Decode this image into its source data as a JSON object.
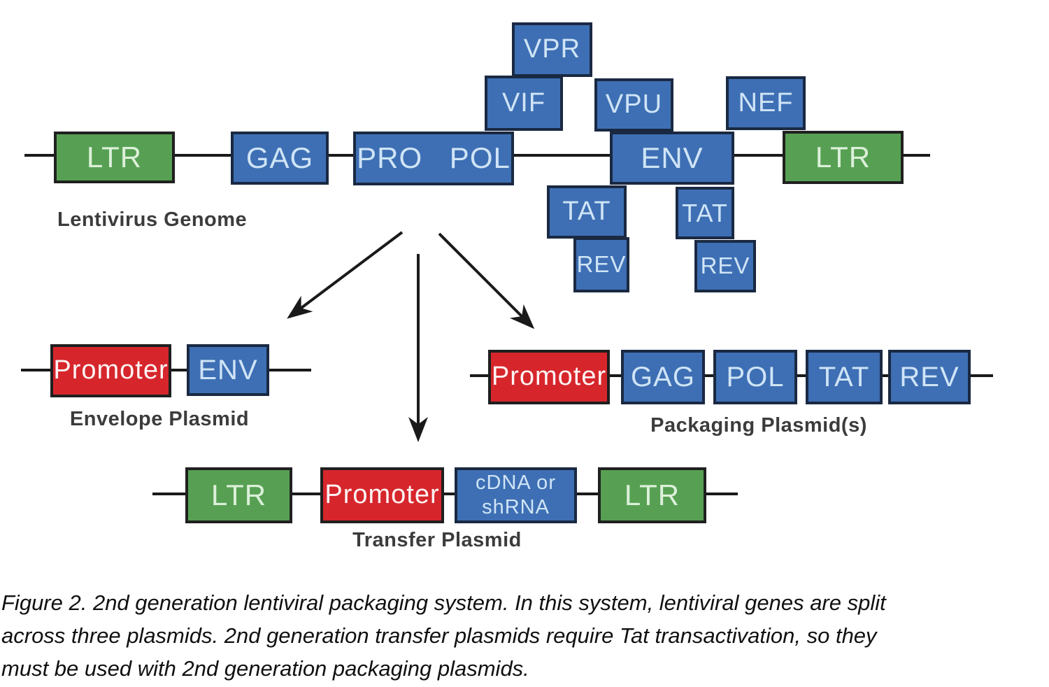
{
  "figure": {
    "genome": {
      "caption_label": "Lentivirus Genome",
      "boxes": {
        "ltr_left": "LTR",
        "gag": "GAG",
        "pro_pol": "PRO POL",
        "vpr": "VPR",
        "vif": "VIF",
        "vpu": "VPU",
        "nef": "NEF",
        "env": "ENV",
        "ltr_right": "LTR",
        "tat_left": "TAT",
        "rev_left": "REV",
        "tat_right": "TAT",
        "rev_right": "REV"
      }
    },
    "envelope_plasmid": {
      "caption_label": "Envelope Plasmid",
      "boxes": {
        "promoter": "Promoter",
        "env": "ENV"
      }
    },
    "packaging_plasmid": {
      "caption_label": "Packaging Plasmid(s)",
      "boxes": {
        "promoter": "Promoter",
        "gag": "GAG",
        "pol": "POL",
        "tat": "TAT",
        "rev": "REV"
      }
    },
    "transfer_plasmid": {
      "caption_label": "Transfer Plasmid",
      "boxes": {
        "ltr_left": "LTR",
        "promoter": "Promoter",
        "cdna_shrna": "cDNA or shRNA",
        "ltr_right": "LTR"
      }
    },
    "figure_caption": {
      "lines": [
        "Figure 2. 2nd generation lentiviral packaging system. In this system, lentiviral genes are split",
        "across three plasmids. 2nd generation transfer plasmids require Tat transactivation, so they",
        "must be used with 2nd generation packaging plasmids."
      ]
    },
    "colors": {
      "gene_blue": "#3e6fb4",
      "ltr_green": "#57a053",
      "promoter_red": "#d6262c",
      "backbone_line": "#1a1a1a"
    }
  }
}
